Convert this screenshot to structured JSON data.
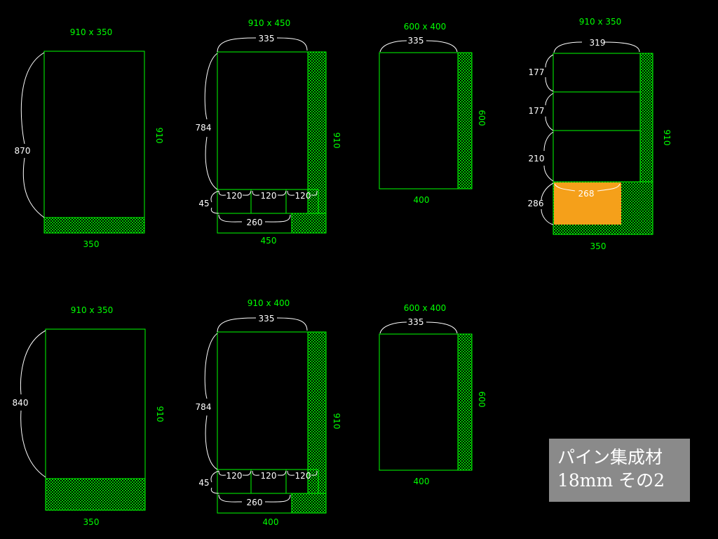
{
  "colors": {
    "line": "#00ff00",
    "hatch": "#00cc00",
    "dim": "#ffffff",
    "highlight": "#f5a01a",
    "note_bg": "#8a8a8a"
  },
  "note": {
    "line1": "パイン集成材",
    "line2": "18mm その2"
  },
  "panels": {
    "p1": {
      "title": "910 x 350",
      "h": "870",
      "w": "350",
      "side": "910"
    },
    "p2": {
      "title": "910 x 450",
      "top": "335",
      "h": "784",
      "d1": "120",
      "d2": "120",
      "d3": "120",
      "d45": "45",
      "d260": "260",
      "w": "450",
      "side": "910"
    },
    "p3": {
      "title": "600 x 400",
      "top": "335",
      "w": "400",
      "side": "600"
    },
    "p4": {
      "title": "910 x 350",
      "top": "319",
      "a": "177",
      "b": "177",
      "c": "210",
      "d": "286",
      "e": "268",
      "w": "350",
      "side": "910"
    },
    "p5": {
      "title": "910 x 350",
      "h": "840",
      "w": "350",
      "side": "910"
    },
    "p6": {
      "title": "910 x 400",
      "top": "335",
      "h": "784",
      "d1": "120",
      "d2": "120",
      "d3": "120",
      "d45": "45",
      "d260": "260",
      "w": "400",
      "side": "910"
    },
    "p7": {
      "title": "600 x 400",
      "top": "335",
      "w": "400",
      "side": "600"
    }
  }
}
